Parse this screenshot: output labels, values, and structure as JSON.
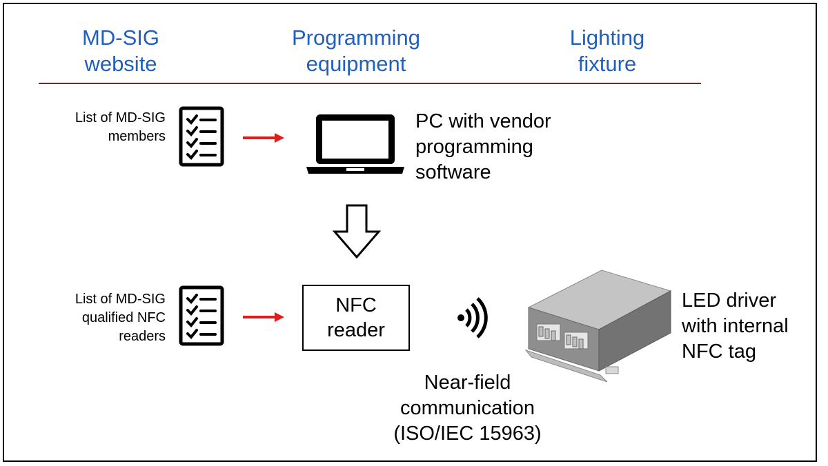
{
  "columns": {
    "website": {
      "line1": "MD-SIG",
      "line2": "website"
    },
    "equipment": {
      "line1": "Programming",
      "line2": "equipment"
    },
    "fixture": {
      "line1": "Lighting",
      "line2": "fixture"
    }
  },
  "row1": {
    "list_label": {
      "line1": "List of MD-SIG",
      "line2": "members"
    },
    "pc_label": {
      "line1": "PC with vendor",
      "line2": "programming",
      "line3": "software"
    }
  },
  "row2": {
    "list_label": {
      "line1": "List of MD-SIG",
      "line2": "qualified NFC",
      "line3": "readers"
    },
    "nfc_box": {
      "line1": "NFC",
      "line2": "reader"
    },
    "comm_label": {
      "line1": "Near-field",
      "line2": "communication",
      "line3": "(ISO/IEC 15963)"
    },
    "led_label": {
      "line1": "LED driver",
      "line2": "with internal",
      "line3": "NFC tag"
    }
  },
  "colors": {
    "header": "#1f5fbf",
    "rule": "#8b1a1a",
    "arrow": "#e21b1b"
  },
  "icons": [
    "checklist-icon",
    "laptop-icon",
    "down-arrow-icon",
    "wireless-signal-icon",
    "led-driver-image"
  ]
}
